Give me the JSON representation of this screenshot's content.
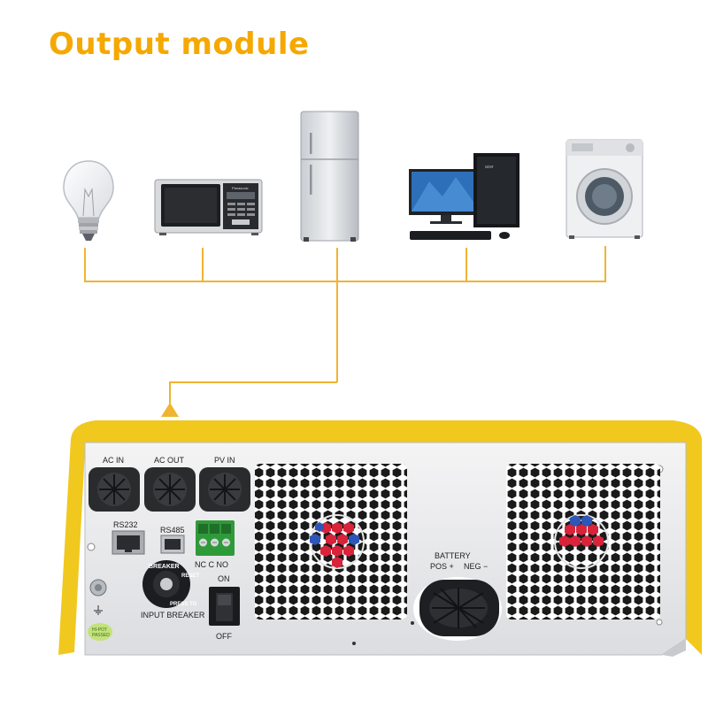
{
  "title": "Output module",
  "colors": {
    "accent": "#f5a800",
    "wire": "#f0b430",
    "chassis": "#e9eaec",
    "yellow_cover": "#f1c81e",
    "fan_red": "#d8233a",
    "fan_blue": "#2d56b8",
    "terminal_green": "#2f9a3a"
  },
  "appliances": [
    {
      "name": "light-bulb"
    },
    {
      "name": "microwave-oven",
      "brand": "Panasonic"
    },
    {
      "name": "refrigerator"
    },
    {
      "name": "desktop-computer",
      "brand": "acer"
    },
    {
      "name": "washing-machine"
    }
  ],
  "panel": {
    "ac_in": "AC IN",
    "ac_out": "AC OUT",
    "pv_in": "PV IN",
    "rs232": "RS232",
    "rs485": "RS485",
    "relay_labels": "NC C NO",
    "breaker_top": "BREAKER",
    "breaker_reset": "RESET",
    "breaker_press": "PRESS TO",
    "input_breaker": "INPUT BREAKER",
    "switch_on": "ON",
    "switch_off": "OFF",
    "battery": "BATTERY",
    "pos": "POS +",
    "neg": "NEG −",
    "qc_sticker_1": "HI-POT",
    "qc_sticker_2": "PASSED"
  }
}
